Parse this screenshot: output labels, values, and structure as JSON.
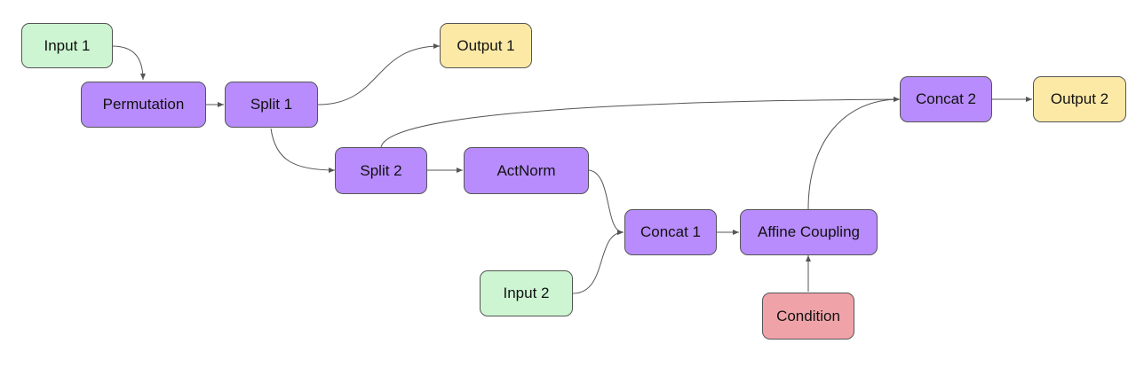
{
  "colors": {
    "input": "#cdf5d2",
    "output": "#fde9a6",
    "process": "#b88cfc",
    "condition": "#efa3a8",
    "edge": "#555555"
  },
  "nodes": [
    {
      "id": "input1",
      "label": "Input 1",
      "kind": "input"
    },
    {
      "id": "permutation",
      "label": "Permutation",
      "kind": "process"
    },
    {
      "id": "split1",
      "label": "Split 1",
      "kind": "process"
    },
    {
      "id": "output1",
      "label": "Output 1",
      "kind": "output"
    },
    {
      "id": "split2",
      "label": "Split 2",
      "kind": "process"
    },
    {
      "id": "actnorm",
      "label": "ActNorm",
      "kind": "process"
    },
    {
      "id": "concat1",
      "label": "Concat 1",
      "kind": "process"
    },
    {
      "id": "affine",
      "label": "Affine Coupling",
      "kind": "process"
    },
    {
      "id": "input2",
      "label": "Input 2",
      "kind": "input"
    },
    {
      "id": "condition",
      "label": "Condition",
      "kind": "condition"
    },
    {
      "id": "concat2",
      "label": "Concat 2",
      "kind": "process"
    },
    {
      "id": "output2",
      "label": "Output 2",
      "kind": "output"
    }
  ],
  "edges": [
    {
      "from": "input1",
      "to": "permutation"
    },
    {
      "from": "permutation",
      "to": "split1"
    },
    {
      "from": "split1",
      "to": "output1"
    },
    {
      "from": "split1",
      "to": "split2"
    },
    {
      "from": "split2",
      "to": "actnorm"
    },
    {
      "from": "split2",
      "to": "concat2"
    },
    {
      "from": "actnorm",
      "to": "concat1"
    },
    {
      "from": "input2",
      "to": "concat1"
    },
    {
      "from": "concat1",
      "to": "affine"
    },
    {
      "from": "condition",
      "to": "affine"
    },
    {
      "from": "affine",
      "to": "concat2"
    },
    {
      "from": "concat2",
      "to": "output2"
    }
  ]
}
